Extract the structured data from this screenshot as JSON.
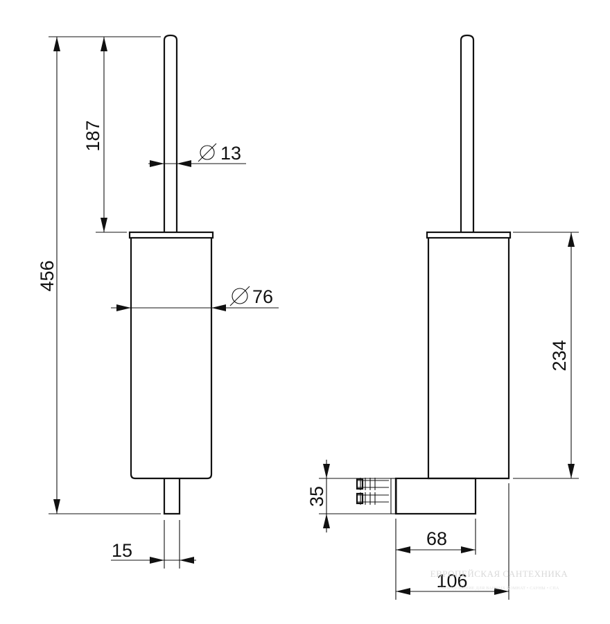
{
  "drawing": {
    "dimensions": {
      "total_height": "456",
      "handle_length": "187",
      "handle_diameter": "13",
      "body_diameter": "76",
      "pin_width": "15",
      "body_height": "234",
      "bracket_height": "35",
      "bracket_depth": "68",
      "overall_depth": "106"
    },
    "diameter_symbol": "⌀",
    "watermark": {
      "title": "ЕВРОПЕЙСКАЯ САНТЕХНИКА",
      "subtitle": "ОБОРУДОВАНИЕ ДЛЯ ВАННЫХ КОМНАТ • САУНЫ • СПА"
    }
  }
}
